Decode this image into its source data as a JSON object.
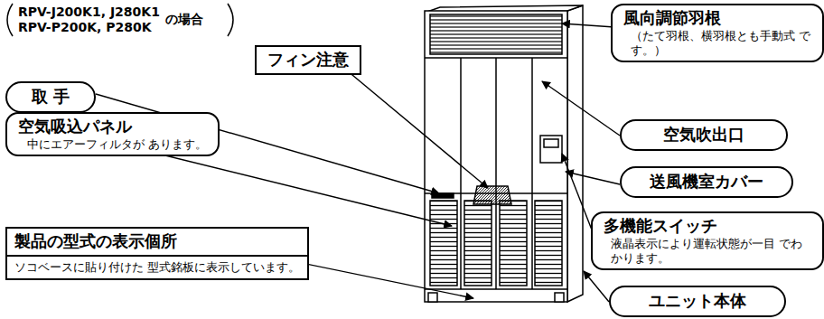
{
  "diagram": {
    "nodes": [
      {
        "text": [
          "フィン注意"
        ]
      },
      {
        "text": [
          "取 手"
        ]
      },
      {
        "text": [
          "空気吸込パネル",
          "中にエアーフィルタが あります。"
        ]
      },
      {
        "text": [
          "製品の型式の表示個所",
          "ソコベースに貼り付けた 型式銘板に表示しています。"
        ]
      },
      {
        "text": [
          "風向調節羽根",
          "（たて羽根、横羽根とも手動式 です。）"
        ]
      },
      {
        "text": [
          "空気吹出口"
        ]
      },
      {
        "text": [
          "送風機室カバー"
        ]
      },
      {
        "text": [
          "多機能スイッチ",
          "液晶表示により運転状態が一目 でわかります。"
        ]
      },
      {
        "text": [
          "ユニット本体"
        ]
      }
    ],
    "labels": [
      "RPV-J200K1, J280K1",
      "RPV-P200K, P280K",
      "の場合"
    ]
  }
}
